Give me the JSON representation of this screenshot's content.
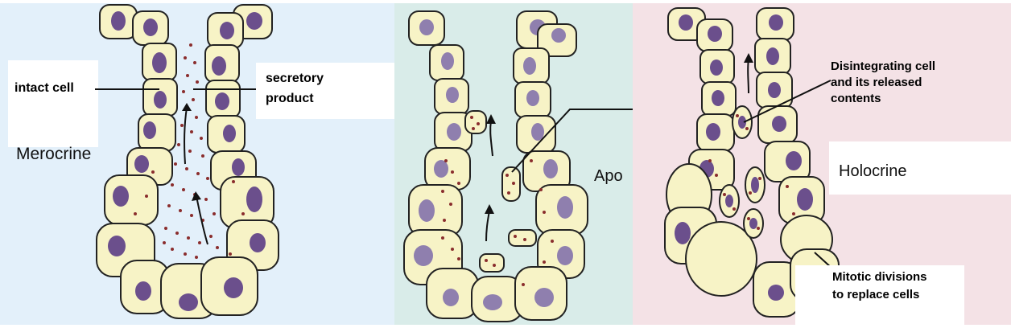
{
  "merocrine": {
    "title": "Merocrine",
    "intact_cell_label": "intact cell",
    "secretory_label_line1": "secretory",
    "secretory_label_line2": "product"
  },
  "apocrine": {
    "title_truncated": "Apo"
  },
  "holocrine": {
    "title": "Holocrine",
    "disintegrating_line1": "Disintegrating cell",
    "disintegrating_line2": "and its released",
    "disintegrating_line3": "contents",
    "mitotic_line1": "Mitotic divisions",
    "mitotic_line2": "to replace cells"
  },
  "colors": {
    "merocrine_bg": "#e3f0fa",
    "apocrine_bg": "#d9ece9",
    "holocrine_bg": "#f4e2e6",
    "cell_fill": "#f7f3c6",
    "nucleus": "#6b4f8c",
    "granule": "#8a2d2d"
  }
}
